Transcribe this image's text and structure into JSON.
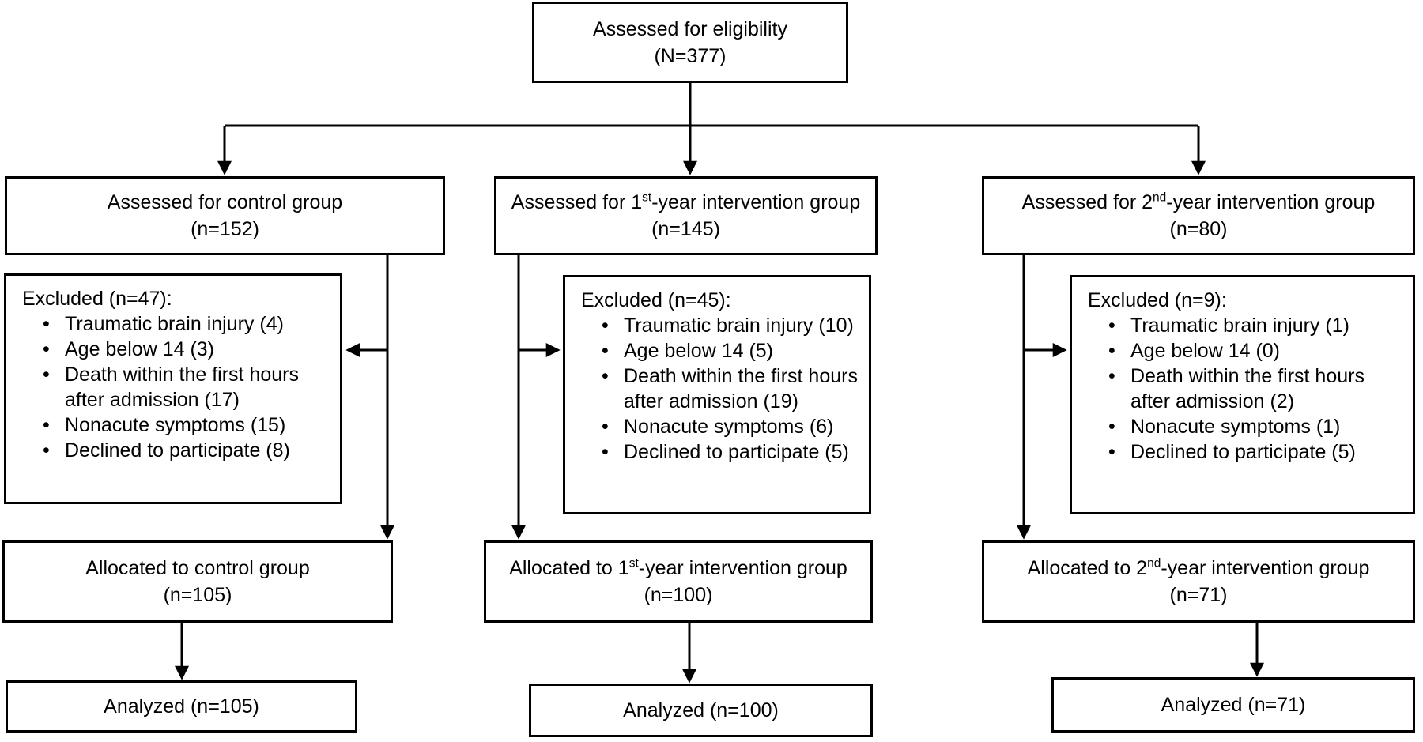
{
  "colors": {
    "background": "#ffffff",
    "box_border": "#000000",
    "text": "#000000",
    "line": "#000000"
  },
  "glyphs": {
    "bullet": "•",
    "arrowhead": "filled-triangle"
  },
  "eligibility": {
    "title": "Assessed for eligibility",
    "count": "(N=377)"
  },
  "columns": [
    {
      "assessed": {
        "pre": "Assessed for control group",
        "sup": "",
        "post": "",
        "count": "(n=152)"
      },
      "excluded": {
        "title": "Excluded (n=47):",
        "items": [
          "Traumatic brain injury (4)",
          "Age below 14 (3)",
          "Death within the first hours\nafter admission (17)",
          "Nonacute symptoms (15)",
          "Declined to participate (8)"
        ]
      },
      "allocated": {
        "pre": "Allocated to control group",
        "sup": "",
        "post": "",
        "count": "(n=105)"
      },
      "analyzed": {
        "label": "Analyzed (n=105)"
      }
    },
    {
      "assessed": {
        "pre": "Assessed for 1",
        "sup": "st",
        "post": "-year intervention group",
        "count": "(n=145)"
      },
      "excluded": {
        "title": "Excluded (n=45):",
        "items": [
          "Traumatic brain injury (10)",
          "Age below 14 (5)",
          "Death within the first hours\nafter admission (19)",
          "Nonacute symptoms (6)",
          "Declined to participate (5)"
        ]
      },
      "allocated": {
        "pre": "Allocated to 1",
        "sup": "st",
        "post": "-year intervention group",
        "count": "(n=100)"
      },
      "analyzed": {
        "label": "Analyzed (n=100)"
      }
    },
    {
      "assessed": {
        "pre": "Assessed for 2",
        "sup": "nd",
        "post": "-year intervention group",
        "count": "(n=80)"
      },
      "excluded": {
        "title": "Excluded (n=9):",
        "items": [
          "Traumatic brain injury (1)",
          "Age below 14 (0)",
          "Death within the first hours\nafter admission (2)",
          "Nonacute symptoms (1)",
          "Declined to participate (5)"
        ]
      },
      "allocated": {
        "pre": "Allocated to 2",
        "sup": "nd",
        "post": "-year intervention group",
        "count": "(n=71)"
      },
      "analyzed": {
        "label": "Analyzed (n=71)"
      }
    }
  ]
}
